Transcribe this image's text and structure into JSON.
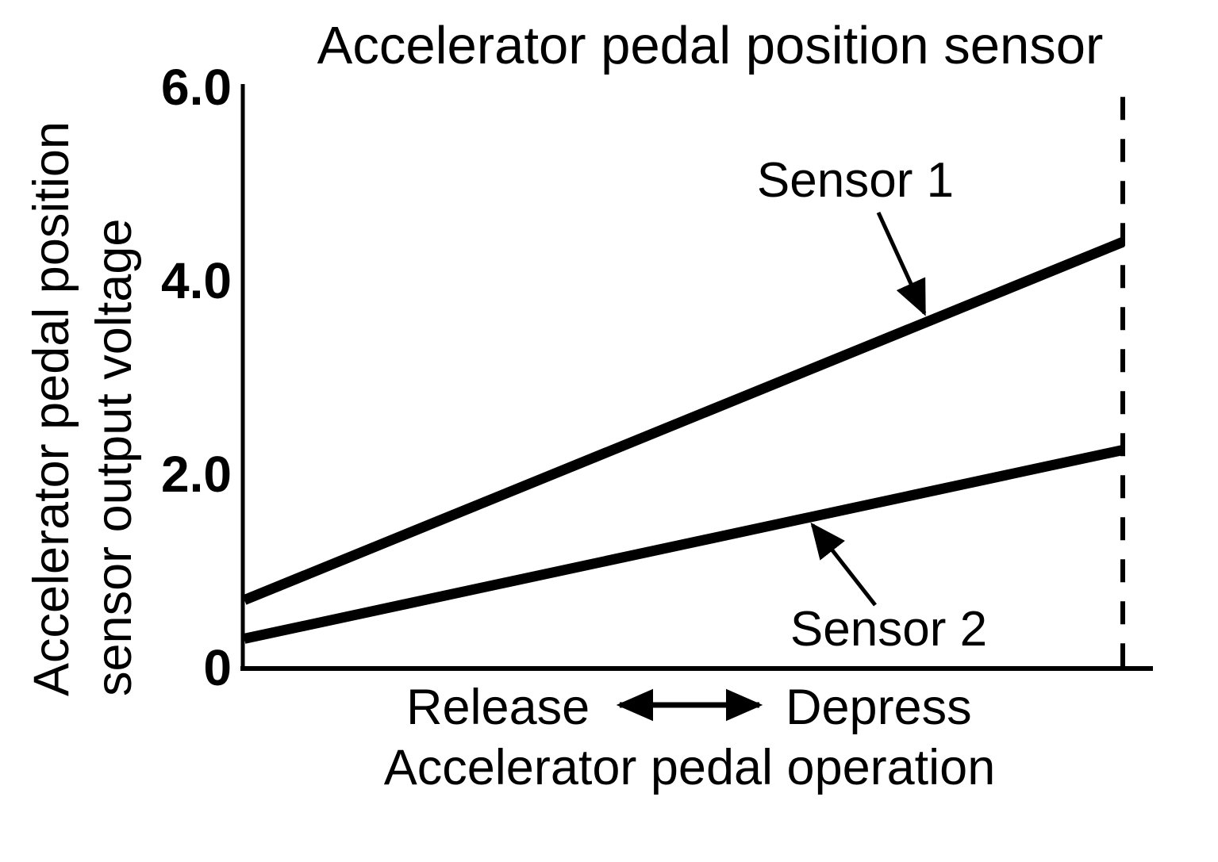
{
  "figure": {
    "background_color": "#ffffff",
    "line_color": "#000000"
  },
  "chart_data": {
    "type": "line",
    "title": "Accelerator pedal position sensor",
    "ylabel_line1": "Accelerator pedal position",
    "ylabel_line2": "sensor output voltage",
    "xlabel": "Accelerator pedal operation",
    "x_direction_left": "Release",
    "x_direction_right": "Depress",
    "ylim": [
      0,
      6
    ],
    "grid": false,
    "legend_position": "labels-annotated-on-lines-with-arrows",
    "yticks": [
      {
        "value": 0,
        "label": "0"
      },
      {
        "value": 2,
        "label": "2.0"
      },
      {
        "value": 4,
        "label": "4.0"
      },
      {
        "value": 6,
        "label": "6.0"
      }
    ],
    "series": [
      {
        "name": "Sensor 1",
        "start_voltage": 0.7,
        "end_voltage": 4.4
      },
      {
        "name": "Sensor 2",
        "start_voltage": 0.3,
        "end_voltage": 2.25
      }
    ],
    "guide_line": {
      "style": "dashed",
      "position": "right-end-of-x-range",
      "from_voltage": 0,
      "to_voltage": 5.9
    }
  }
}
